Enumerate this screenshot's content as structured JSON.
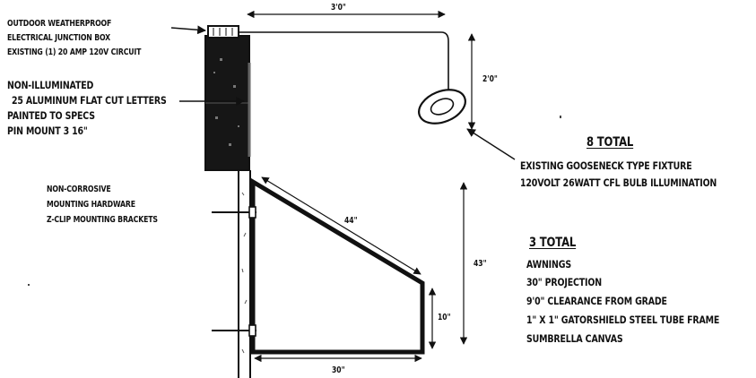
{
  "callouts": {
    "junction_box": [
      "OUTDOOR WEATHERPROOF",
      "ELECTRICAL JUNCTION BOX",
      "EXISTING (1) 20 AMP 120V CIRCUIT"
    ],
    "letters": [
      "NON-ILLUMINATED",
      "25 ALUMINUM FLAT CUT LETTERS",
      "PAINTED TO SPECS",
      "PIN MOUNT 3 16\""
    ],
    "hardware": [
      "NON-CORROSIVE",
      "MOUNTING HARDWARE",
      "Z-CLIP MOUNTING BRACKETS"
    ]
  },
  "fixture_spec": {
    "heading": "8 TOTAL",
    "lines": [
      "EXISTING GOOSENECK TYPE FIXTURE",
      "120VOLT 26WATT CFL BULB ILLUMINATION"
    ]
  },
  "awning_spec": {
    "heading": "3 TOTAL",
    "lines": [
      "AWNINGS",
      "30\" PROJECTION",
      "9'0\" CLEARANCE FROM GRADE",
      "1\" X 1\" GATORSHIELD STEEL TUBE FRAME",
      "SUMBRELLA CANVAS"
    ]
  },
  "dimensions": {
    "gooseneck_reach": "3'0\"",
    "gooseneck_drop": "2'0\"",
    "awning_slope": "44\"",
    "awning_height": "43\"",
    "awning_front": "10\"",
    "awning_projection": "30\""
  },
  "colors": {
    "ink": "#111111",
    "background": "#ffffff"
  }
}
